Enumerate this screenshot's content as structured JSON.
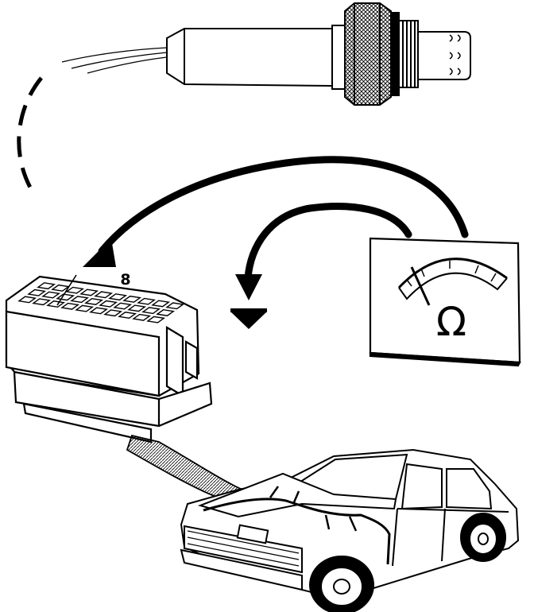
{
  "diagram": {
    "connector_pin_label": "8",
    "meter_unit_symbol": "Ω",
    "line_color": "#000000",
    "background_color": "#ffffff",
    "parts": {
      "sensor": "oxygen-sensor",
      "meter": "ohmmeter",
      "connector": "ecu-connector",
      "ground": "ground-symbol",
      "vehicle": "sedan-car"
    }
  }
}
